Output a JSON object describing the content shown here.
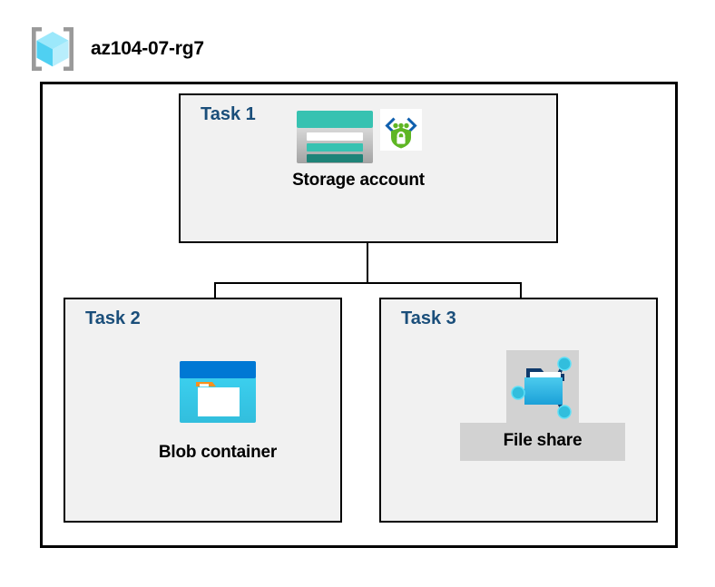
{
  "resource_group": {
    "name": "az104-07-rg7",
    "icon": "resource-group-cube-icon"
  },
  "tasks": [
    {
      "label": "Task 1",
      "resource": {
        "caption": "Storage account",
        "icons": [
          "storage-account-icon",
          "security-shield-lock-icon"
        ]
      }
    },
    {
      "label": "Task 2",
      "resource": {
        "caption": "Blob container",
        "icons": [
          "blob-container-icon"
        ]
      }
    },
    {
      "label": "Task 3",
      "resource": {
        "caption": "File share",
        "icons": [
          "file-share-icon"
        ],
        "highlighted": true
      }
    }
  ],
  "colors": {
    "background": "#ffffff",
    "box_border": "#000000",
    "task_fill": "#f1f1f1",
    "task_label": "#1a4e7a",
    "caption": "#000000",
    "highlight": "#d2d2d2",
    "azure_blue": "#0078d4",
    "cyan": "#32bedd",
    "teal": "#37c2b1",
    "teal_dark": "#1e8378",
    "green": "#5fb624",
    "orange": "#f7901e",
    "navy": "#0f3a6b",
    "gray_bracket": "#9a9a9a"
  }
}
